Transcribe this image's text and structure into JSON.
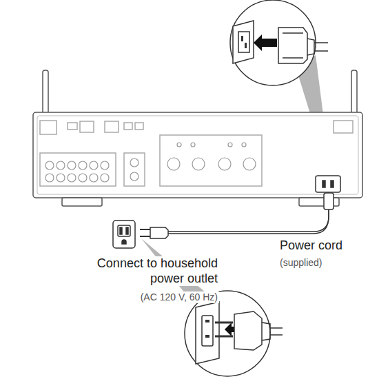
{
  "diagram": {
    "labels": [
      "Power cord",
      "(supplied)",
      "Connect to household power outlet",
      "(AC 120 V, 60 Hz)"
    ]
  }
}
